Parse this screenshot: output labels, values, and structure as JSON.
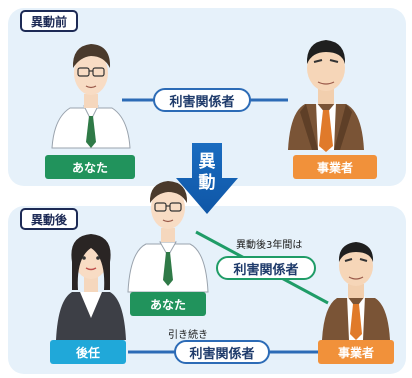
{
  "before": {
    "title": "異動前",
    "relation_label": "利害関係者",
    "left_person_label": "あなた",
    "right_person_label": "事業者"
  },
  "transfer_arrow": {
    "char1": "異",
    "char2": "動"
  },
  "after": {
    "title": "異動後",
    "note_three_years": "異動後3年間は",
    "relation_label_you": "利害関係者",
    "you_label": "あなた",
    "successor_label": "後任",
    "business_label": "事業者",
    "continuing_note": "引き続き",
    "relation_label_successor": "利害関係者"
  },
  "colors": {
    "panel_bg": "#e6f1fa",
    "green": "#21935c",
    "orange": "#f1913a",
    "cyan": "#20a8d9",
    "arrow_blue": "#1d6fbf",
    "navy_line": "#2c6bb6"
  }
}
